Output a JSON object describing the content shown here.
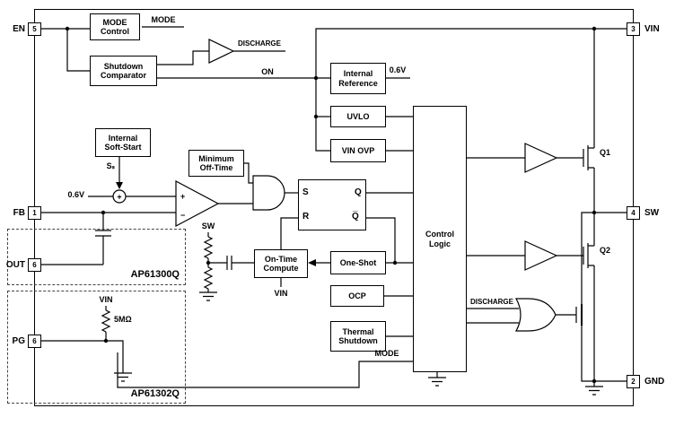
{
  "ic": {
    "part_labels": {
      "ap61300q": "AP61300Q",
      "ap61302q": "AP61302Q"
    },
    "pins": {
      "en": {
        "name": "EN",
        "number": "5"
      },
      "fb": {
        "name": "FB",
        "number": "1"
      },
      "out": {
        "name": "OUT",
        "number": "6"
      },
      "pg": {
        "name": "PG",
        "number": "6"
      },
      "vin": {
        "name": "VIN",
        "number": "3"
      },
      "sw": {
        "name": "SW",
        "number": "4"
      },
      "gnd": {
        "name": "GND",
        "number": "2"
      }
    },
    "blocks": {
      "mode_control": "MODE\nControl",
      "shutdown_comparator": "Shutdown\nComparator",
      "internal_reference": "Internal\nReference",
      "uvlo": "UVLO",
      "vin_ovp": "VIN OVP",
      "internal_soft_start": "Internal\nSoft-Start",
      "minimum_off_time": "Minimum\nOff-Time",
      "on_time_compute": "On-Time\nCompute",
      "one_shot": "One-Shot",
      "control_logic": "Control\nLogic",
      "ocp": "OCP",
      "thermal_shutdown": "Thermal\nShutdown"
    },
    "latch": {
      "s": "S",
      "r": "R",
      "q": "Q",
      "qbar": "Q̅"
    },
    "nets": {
      "mode_top": "MODE",
      "discharge_top": "DISCHARGE",
      "on": "ON",
      "vref_out": "0.6V",
      "vref_comp": "0.6V",
      "soft_start_current": "Sₛ",
      "sw_sense": "SW",
      "vin_on_time": "VIN",
      "vin_pg": "VIN",
      "pg_pullup": "5MΩ",
      "q1": "Q1",
      "q2": "Q2",
      "discharge_gate": "DISCHARGE",
      "mode_bottom": "MODE"
    },
    "symbols": {
      "plus": "+",
      "minus": "−"
    }
  }
}
